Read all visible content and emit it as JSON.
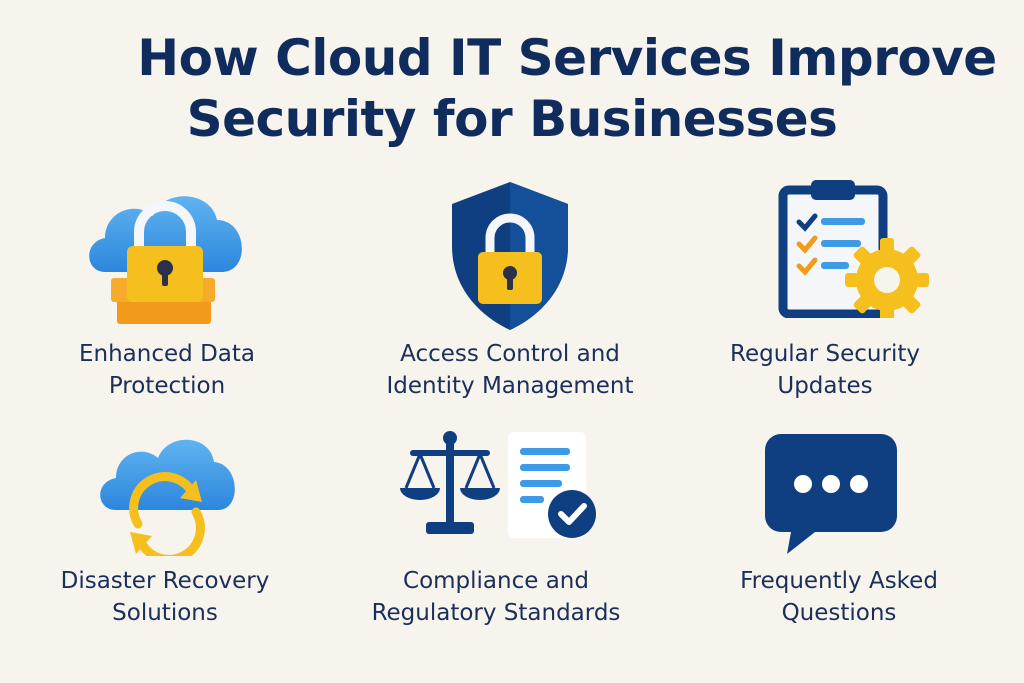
{
  "title": {
    "line1": "How Cloud IT Services Improve",
    "line2": "Security for Businesses"
  },
  "items": [
    {
      "icon": "cloud-lock-icon",
      "label_line1": "Enhanced Data",
      "label_line2": "Protection"
    },
    {
      "icon": "shield-lock-icon",
      "label_line1": "Access Control and",
      "label_line2": "Identity Management"
    },
    {
      "icon": "checklist-gear-icon",
      "label_line1": "Regular Security",
      "label_line2": "Updates"
    },
    {
      "icon": "cloud-sync-icon",
      "label_line1": "Disaster Recovery",
      "label_line2": "Solutions"
    },
    {
      "icon": "scales-document-icon",
      "label_line1": "Compliance and",
      "label_line2": "Regulatory Standards"
    },
    {
      "icon": "chat-bubble-icon",
      "label_line1": "Frequently Asked",
      "label_line2": "Questions"
    }
  ],
  "colors": {
    "navy": "#0f3f80",
    "sky": "#3f9ae6",
    "gold": "#f5c01e",
    "orange": "#f29a1c",
    "background": "#f7f3ed"
  }
}
